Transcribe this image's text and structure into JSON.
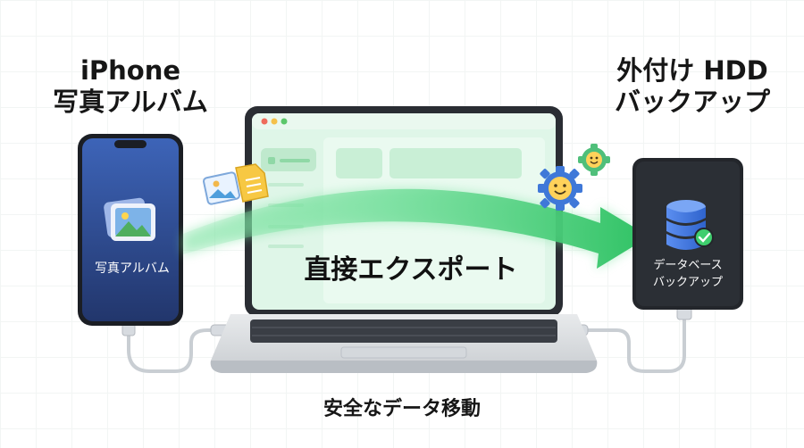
{
  "left_label": {
    "line1": "iPhone",
    "line2": "写真アルバム"
  },
  "right_label": {
    "line1": "外付け HDD",
    "line2": "バックアップ"
  },
  "phone": {
    "caption": "写真アルバム"
  },
  "arrow": {
    "label": "直接エクスポート"
  },
  "hdd": {
    "line1": "データベース",
    "line2": "バックアップ"
  },
  "bottom_label": "安全なデータ移動",
  "colors": {
    "arrow": "#3fce6e",
    "phone_screen": "#2e4a8f",
    "hdd_body": "#23262b",
    "screen_bg": "#dff6e8"
  },
  "icons": [
    "photo-icon",
    "document-icon",
    "gear-smiley-icon",
    "database-icon",
    "check-icon"
  ]
}
